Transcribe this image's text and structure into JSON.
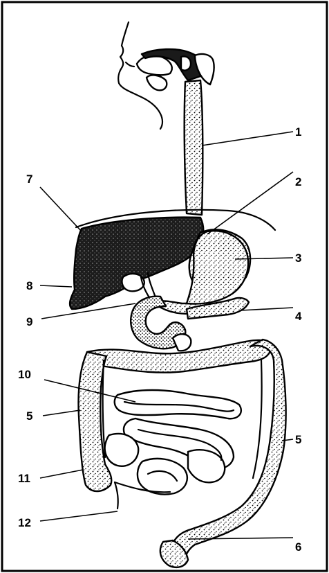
{
  "diagram": {
    "labels": [
      {
        "id": "1",
        "text": "1"
      },
      {
        "id": "2",
        "text": "2"
      },
      {
        "id": "3",
        "text": "3"
      },
      {
        "id": "4",
        "text": "4"
      },
      {
        "id": "5a",
        "text": "5"
      },
      {
        "id": "5b",
        "text": "5"
      },
      {
        "id": "6",
        "text": "6"
      },
      {
        "id": "7",
        "text": "7"
      },
      {
        "id": "8",
        "text": "8"
      },
      {
        "id": "9",
        "text": "9"
      },
      {
        "id": "10",
        "text": "10"
      },
      {
        "id": "11",
        "text": "11"
      },
      {
        "id": "12",
        "text": "12"
      }
    ]
  }
}
